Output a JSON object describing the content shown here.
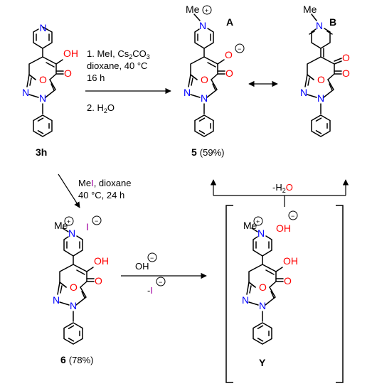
{
  "colors": {
    "O": "#ff0000",
    "N": "#0000ff",
    "C": "#000000",
    "I": "#a000a0"
  },
  "atoms": {
    "O": "O",
    "OH": "OH",
    "N": "N",
    "Me": "Me",
    "I": "I",
    "Ominus": "O",
    "H": "H"
  },
  "charges": {
    "plus": "+",
    "minus": "−"
  },
  "hyphen": "-",
  "compounds": {
    "c3h": "3h",
    "c5": "5",
    "c5_yield": "(59%)",
    "c6": "6",
    "c6_yield": "(78%)",
    "A": "A",
    "B": "B",
    "Y": "Y"
  },
  "conditions": {
    "step1_line1_pre": "1. MeI, Cs",
    "step1_sub1": "2",
    "step1_mid": "CO",
    "step1_sub2": "3",
    "step1_line2": "dioxane, 40 °C",
    "step1_line3": "16 h",
    "step2_pre": "2. H",
    "step2_sub": "2",
    "step2_post": "O",
    "mei_me": "Me",
    "mei_i": "I",
    "mei_rest": ", dioxane",
    "mei_line2": "40 °C, 24 h",
    "oh_reagent": "OH",
    "iodide_loss_dash": "-",
    "iodide_loss_I": "I",
    "water_loss_dash": "-",
    "water_loss_H": "H",
    "water_loss_sub": "2",
    "water_loss_O": "O"
  }
}
